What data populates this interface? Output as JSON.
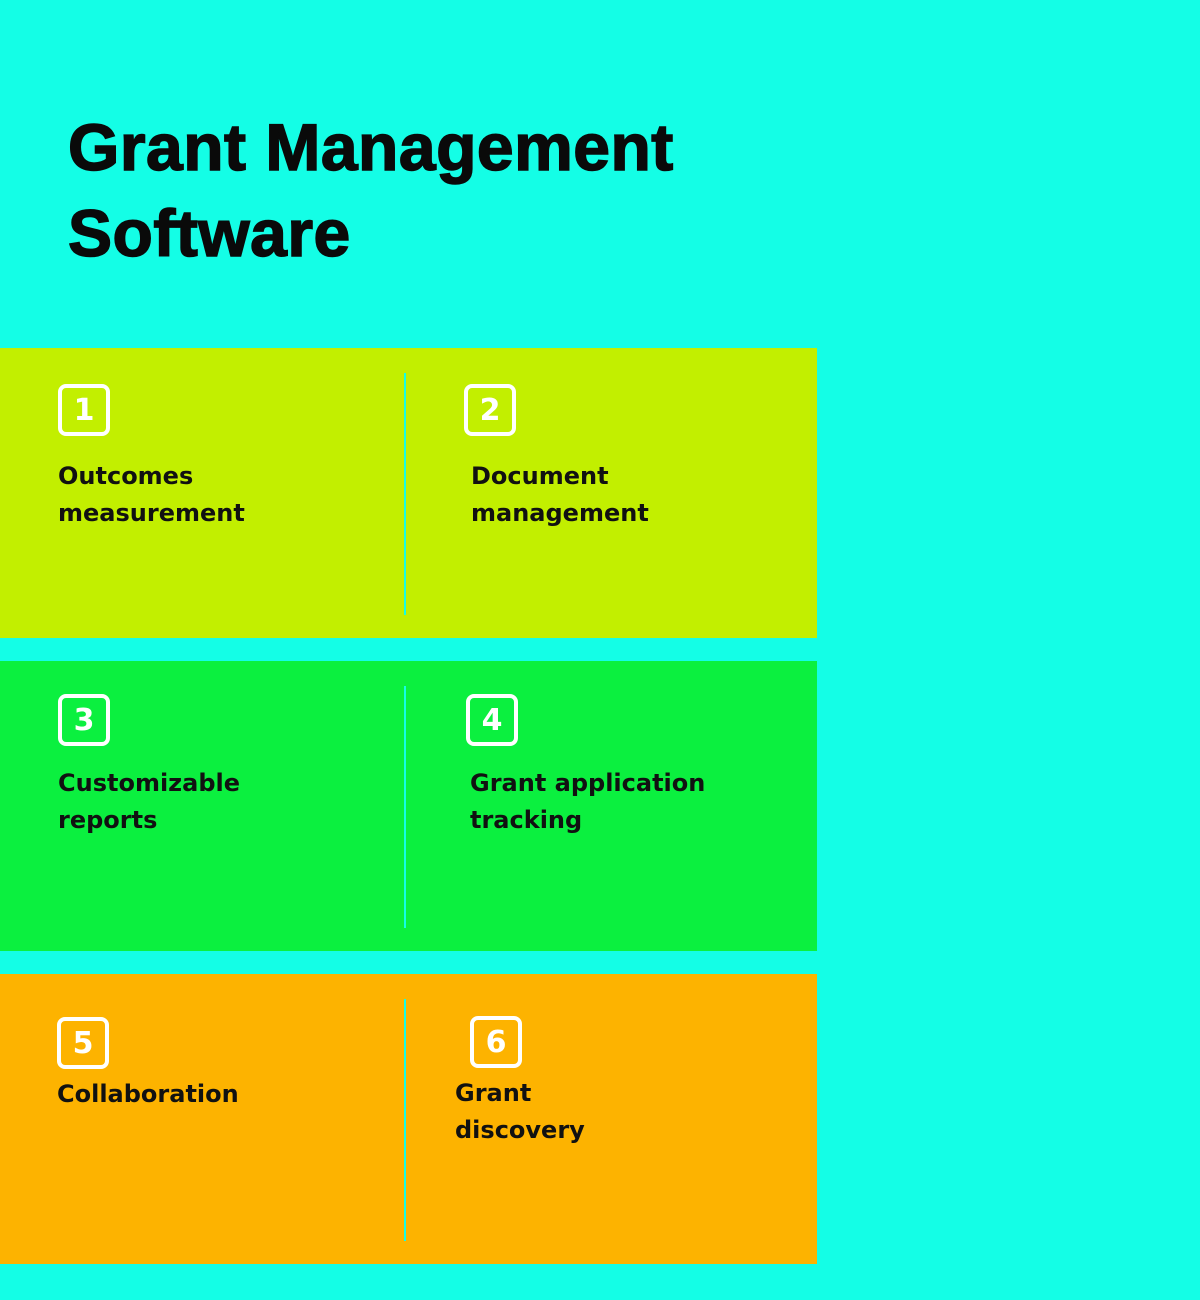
{
  "title": {
    "line1": "Grant Management",
    "line2": "Software"
  },
  "colors": {
    "background": "#14fee6",
    "row1": "#c2ef00",
    "row2": "#0bf03f",
    "row3": "#fdb300"
  },
  "features": [
    {
      "number": "1",
      "label_line1": "Outcomes",
      "label_line2": "measurement"
    },
    {
      "number": "2",
      "label_line1": "Document",
      "label_line2": "management"
    },
    {
      "number": "3",
      "label_line1": "Customizable",
      "label_line2": "reports"
    },
    {
      "number": "4",
      "label_line1": "Grant application",
      "label_line2": "tracking"
    },
    {
      "number": "5",
      "label_line1": "Collaboration",
      "label_line2": ""
    },
    {
      "number": "6",
      "label_line1": "Grant",
      "label_line2": "discovery"
    }
  ]
}
